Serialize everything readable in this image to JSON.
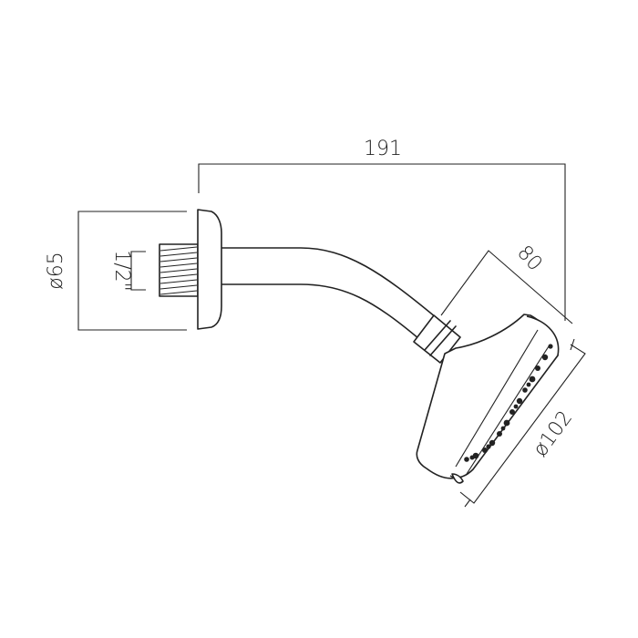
{
  "dimensions": {
    "overall_length": "191",
    "escutcheon_diameter": "ø65",
    "thread_size": "1/2\"",
    "head_depth": "80",
    "head_diameter": "ø102"
  },
  "colors": {
    "line": "#222222",
    "background": "#ffffff"
  }
}
